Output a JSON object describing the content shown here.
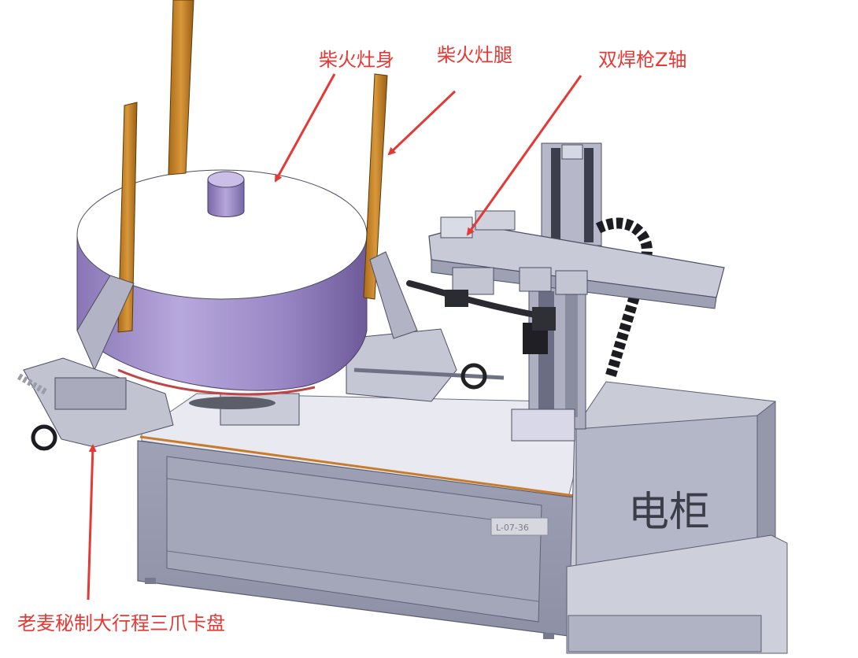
{
  "annotations": {
    "stove_body": "柴火灶身",
    "stove_legs": "柴火灶腿",
    "dual_torch_z_axis": "双焊枪Z轴",
    "three_jaw_chuck": "老麦秘制大行程三爪卡盘"
  },
  "cabinet": {
    "label": "电柜"
  },
  "base_tag": {
    "text": "L-07-36"
  },
  "colors": {
    "annotation": "#e53935",
    "machine_body": "#a9acbf",
    "drum": "#9d8cc4",
    "wood_bar": "#c9862a"
  }
}
